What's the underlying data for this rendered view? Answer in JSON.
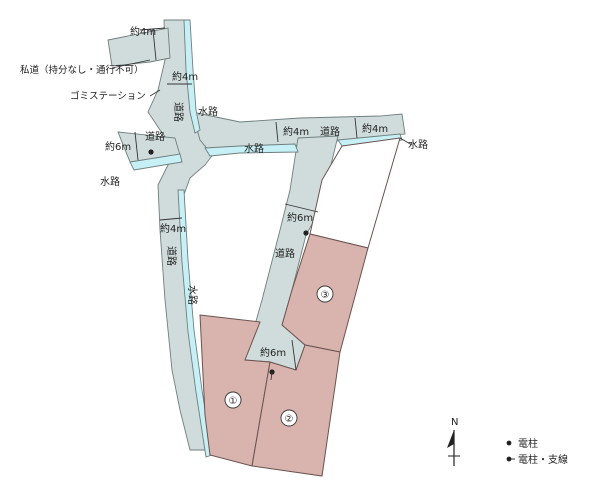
{
  "labels": {
    "private_road": "私道（持分なし・通行不可）",
    "garbage_station": "ゴミステーション",
    "road": "道路",
    "waterway": "水路",
    "width_4m": "約4m",
    "width_6m": "約6m"
  },
  "lots": [
    {
      "number": "①"
    },
    {
      "number": "②"
    },
    {
      "number": "③"
    }
  ],
  "compass": {
    "north": "N"
  },
  "legend": {
    "pole": "電柱",
    "pole_stay": "電柱・支線"
  },
  "colors": {
    "road": "#cfdcdb",
    "waterway": "#c7f0f6",
    "lot": "#d9b3ad"
  }
}
